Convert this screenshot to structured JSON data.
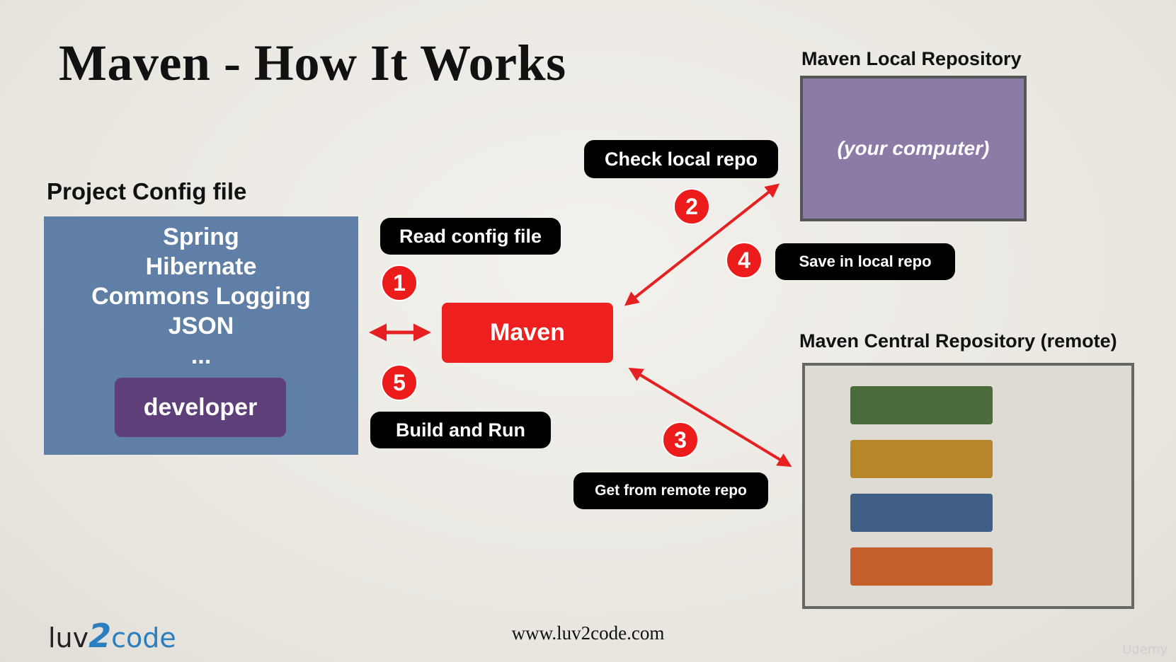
{
  "title": "Maven - How It Works",
  "project": {
    "heading": "Project Config file",
    "items": [
      "Spring",
      "Hibernate",
      "Commons Logging",
      "JSON",
      "..."
    ],
    "developer_label": "developer"
  },
  "maven_label": "Maven",
  "steps": {
    "read_config": "Read config file",
    "check_local": "Check local repo",
    "save_local": "Save in local repo",
    "build_run": "Build and Run",
    "get_remote": "Get from remote repo"
  },
  "badges": [
    "1",
    "2",
    "3",
    "4",
    "5"
  ],
  "local_repo": {
    "heading": "Maven Local Repository",
    "label": "(your computer)"
  },
  "central_repo": {
    "heading": "Maven Central Repository (remote)",
    "bar_colors": [
      "#4a6b3a",
      "#b8862a",
      "#3f5f86",
      "#c45e2a"
    ]
  },
  "footer": {
    "url": "www.luv2code.com",
    "logo_a": "luv",
    "logo_b": "2",
    "logo_c": "code",
    "watermark": "Udemy"
  },
  "colors": {
    "accent_red": "#ec1c1c",
    "config_blue": "#5f7fa6",
    "developer_purple": "#5e3f7a",
    "local_purple": "#8c7ba6"
  }
}
